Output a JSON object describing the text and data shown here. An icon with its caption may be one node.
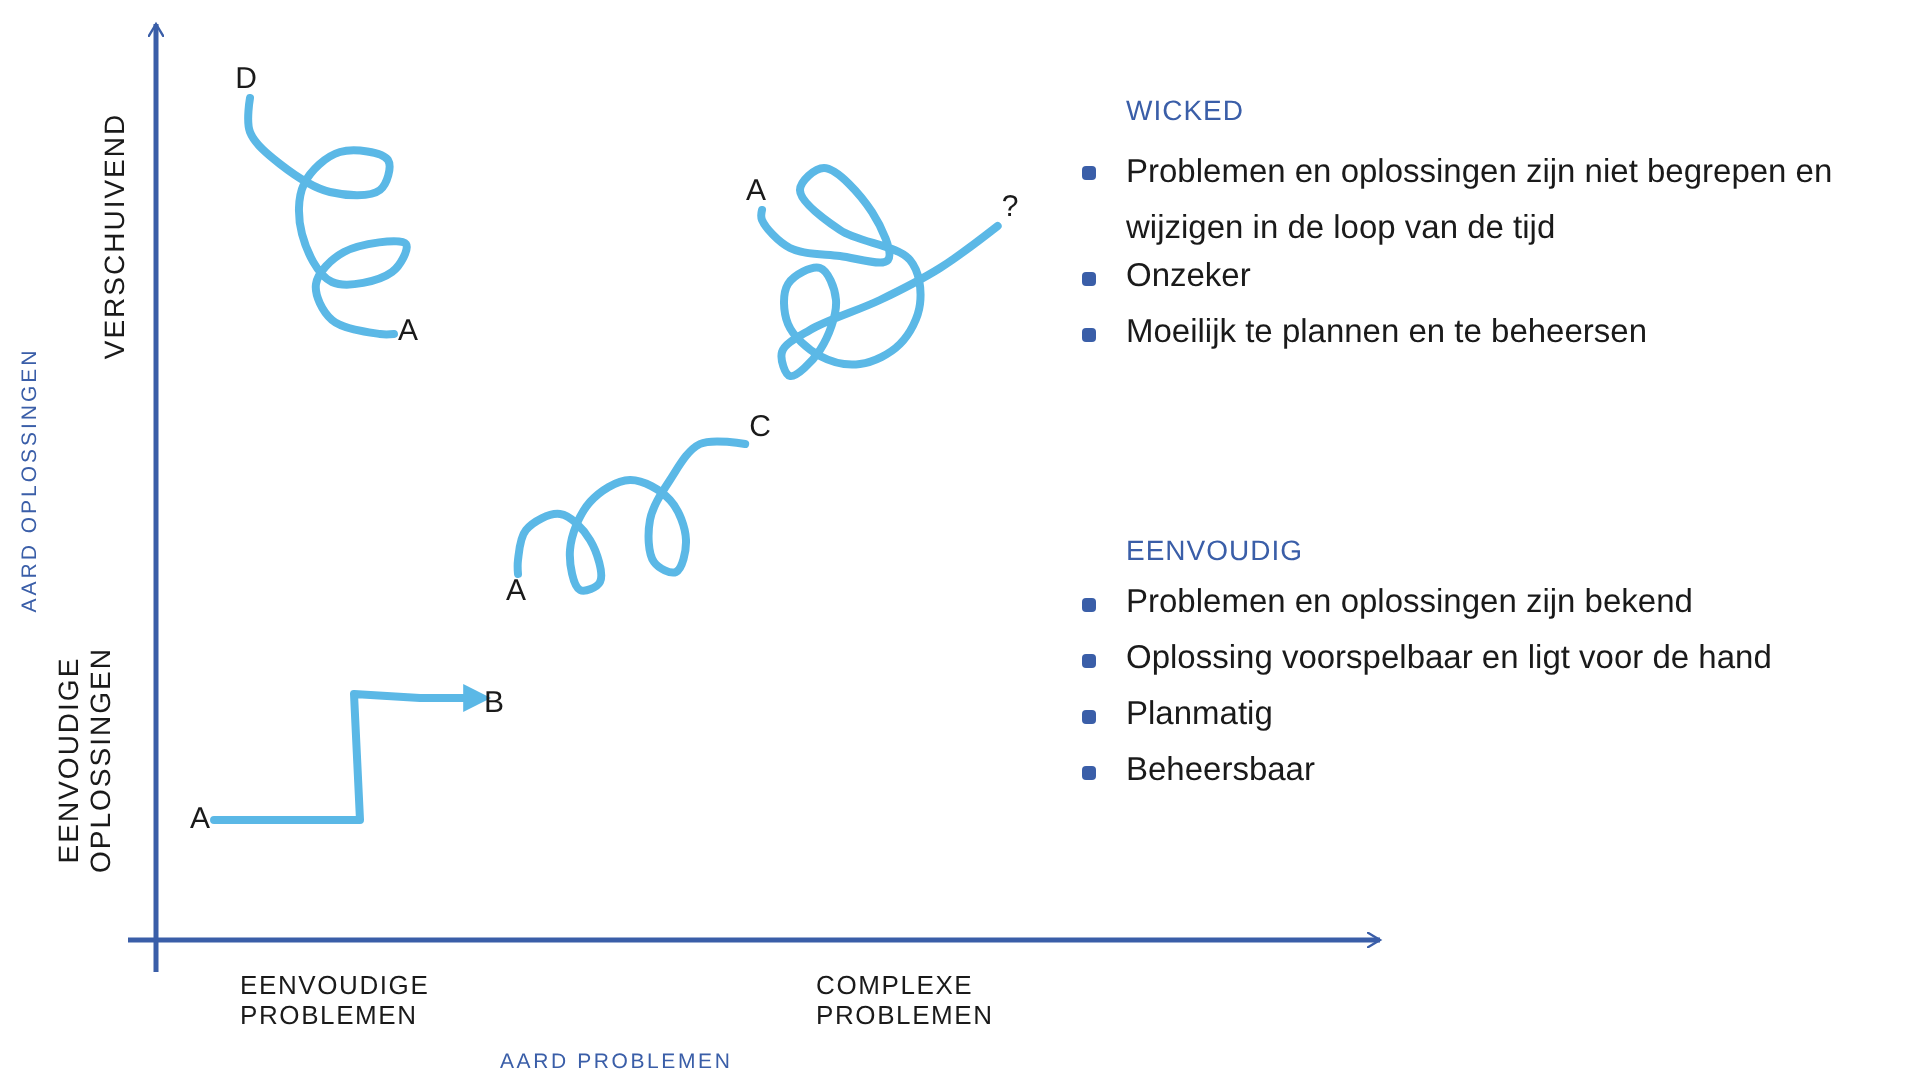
{
  "diagram": {
    "nodes": [
      {
        "text": [
          "D"
        ]
      },
      {
        "text": [
          "A"
        ]
      },
      {
        "text": [
          "A"
        ]
      },
      {
        "text": [
          "?"
        ]
      },
      {
        "text": [
          "C"
        ]
      },
      {
        "text": [
          "A"
        ]
      },
      {
        "text": [
          "B"
        ]
      },
      {
        "text": [
          "A"
        ]
      }
    ],
    "edges": [
      {
        "from": 1,
        "to": 0,
        "arrow": "none"
      },
      {
        "from": 2,
        "to": 3,
        "arrow": "none"
      },
      {
        "from": 5,
        "to": 4,
        "arrow": "none"
      },
      {
        "from": 7,
        "to": 6,
        "arrow": "to"
      }
    ],
    "labels": [
      "VERSCHUIVEND",
      "EENVOUDIGE OPLOSSINGEN",
      "AARD OPLOSSINGEN",
      "EENVOUDIGE PROBLEMEN",
      "COMPLEXE PROBLEMEN",
      "AARD PROBLEMEN",
      "WICKED",
      "Problemen en oplossingen zijn niet begrepen en wijzigen in de loop van de tijd",
      "Onzeker",
      "Moeilijk te plannen en te beheersen",
      "EENVOUDIG",
      "Problemen en oplossingen zijn bekend",
      "Oplossing voorspelbaar en ligt voor de hand",
      "Planmatig",
      "Beheersbaar"
    ]
  }
}
